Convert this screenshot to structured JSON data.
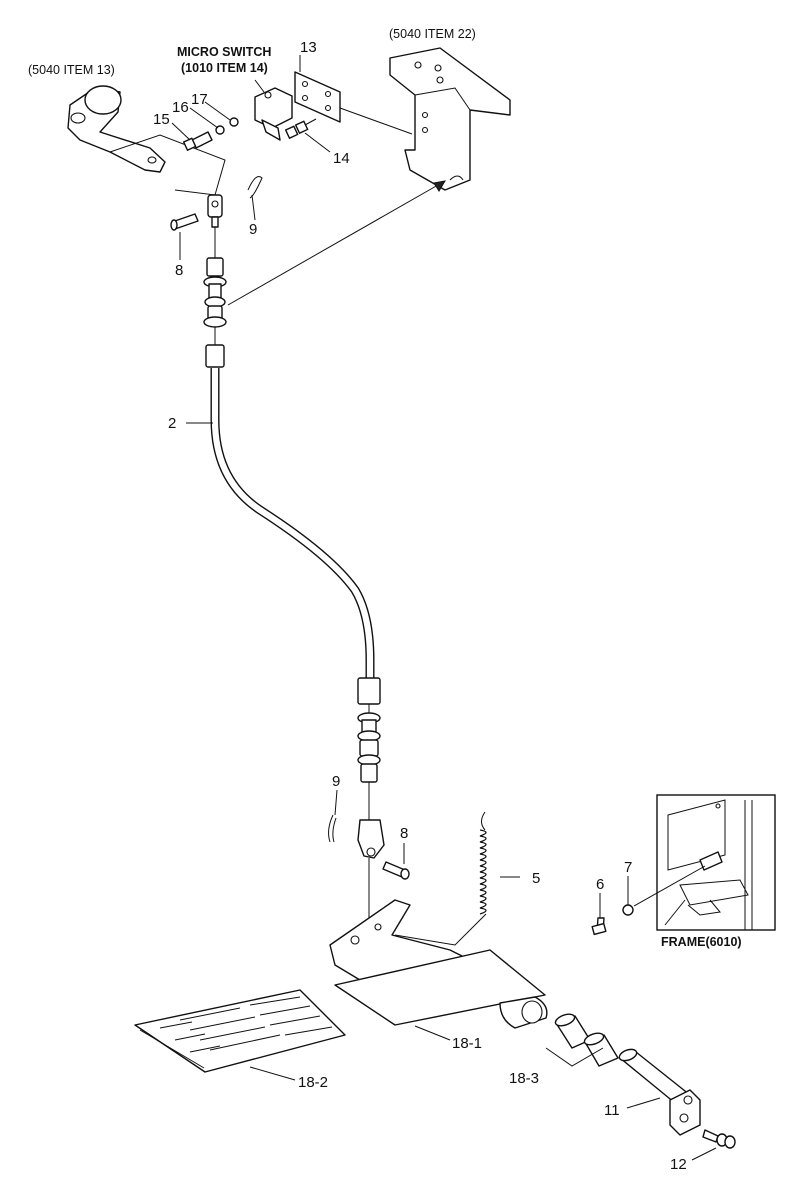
{
  "labels": {
    "ref_5040_item13": "(5040 ITEM 13)",
    "micro_switch": "MICRO SWITCH",
    "ref_1010_item14": "(1010 ITEM 14)",
    "ref_5040_item22": "(5040 ITEM 22)",
    "frame_6010": "FRAME(6010)"
  },
  "parts": {
    "p2": "2",
    "p5": "5",
    "p6": "6",
    "p7": "7",
    "p8_top": "8",
    "p8_bottom": "8",
    "p9_top": "9",
    "p9_bottom": "9",
    "p11": "11",
    "p12": "12",
    "p13": "13",
    "p14": "14",
    "p15": "15",
    "p16": "16",
    "p17": "17",
    "p18_1": "18-1",
    "p18_2": "18-2",
    "p18_3": "18-3"
  }
}
